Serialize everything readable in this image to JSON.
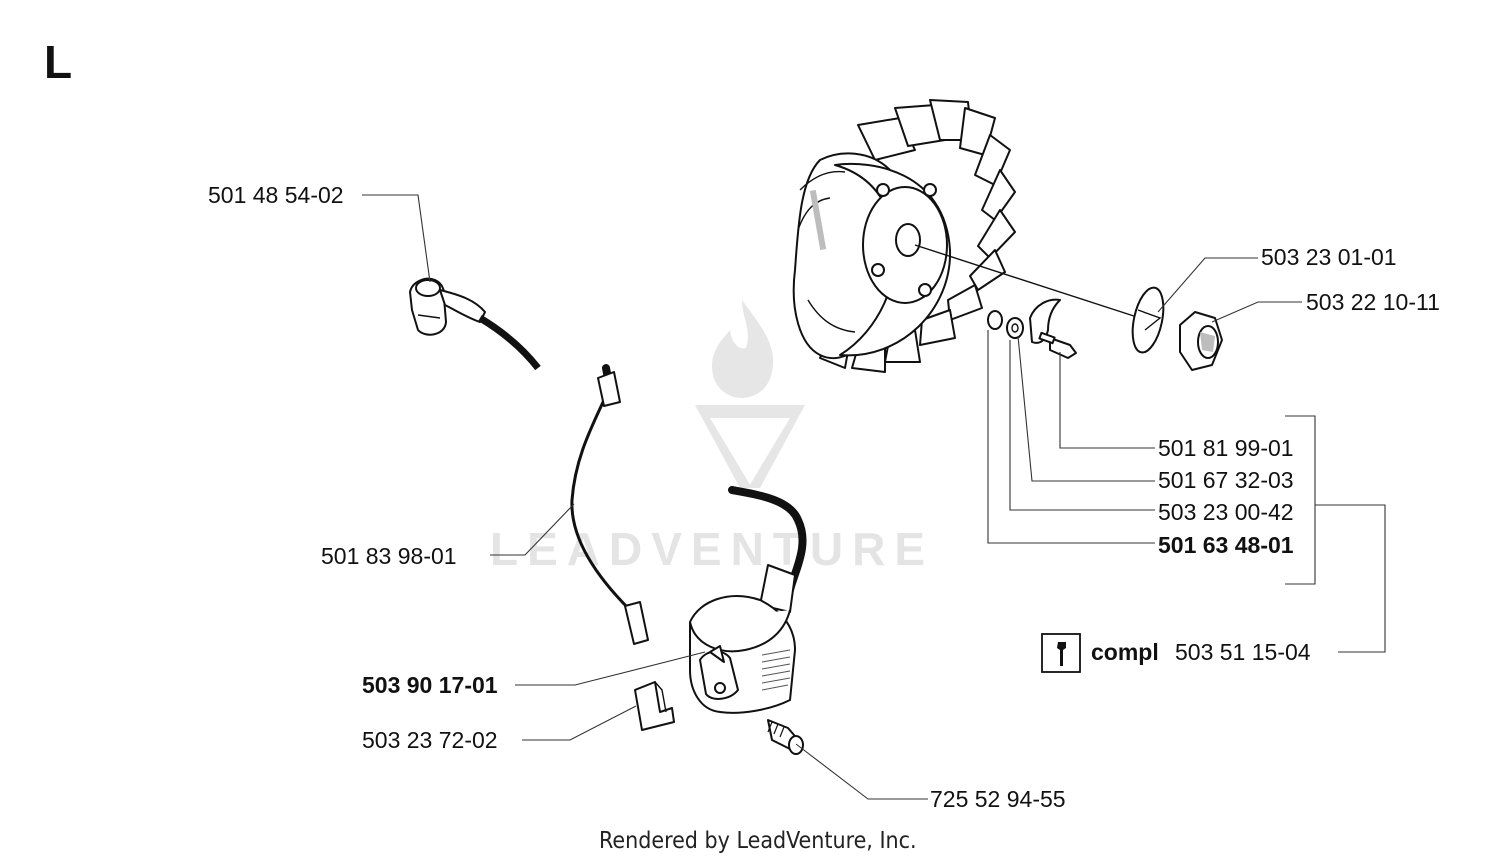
{
  "section": "L",
  "part_numbers": {
    "ignition_cap": "501 48 54-02",
    "ignition_cable": "501 83 98-01",
    "ignition_module": "503 90 17-01",
    "module_spacer": "503 23 72-02",
    "module_screw": "725 52 94-55",
    "starter_washer": "503 23 01-01",
    "flywheel_nut": "503 22 10-11",
    "pawl_screw": "501 81 99-01",
    "pawl_spring": "501 67 32-03",
    "pawl": "503 23 00-42",
    "pawl_washer": "501 63 48-01"
  },
  "kit": {
    "label": "compl",
    "number": "503 51 15-04",
    "icon": "wrench-icon"
  },
  "watermark": {
    "text": "LEADVENTURE",
    "icon": "flame-logo-icon"
  },
  "footer": "Rendered by LeadVenture, Inc."
}
